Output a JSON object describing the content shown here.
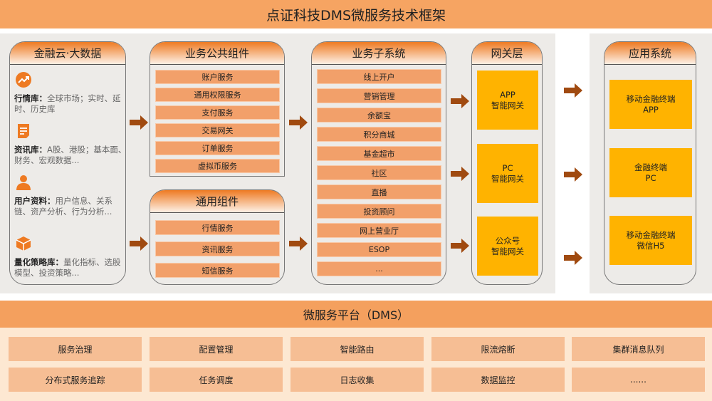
{
  "title": "点证科技DMS微服务技术框架",
  "bigdata": {
    "header": "金融云·大数据",
    "entries": [
      {
        "icon": "trend-icon",
        "label": "行情库：",
        "text": "全球市场；实时、延时、历史库"
      },
      {
        "icon": "document-icon",
        "label": "资讯库：",
        "text": "A股、港股；基本面、财务、宏观数据..."
      },
      {
        "icon": "user-icon",
        "label": "用户资料：",
        "text": "用户信息、关系链、资产分析、行为分析..."
      },
      {
        "icon": "cube-icon",
        "label": "量化策略库：",
        "text": "量化指标、选股模型、投资策略..."
      }
    ]
  },
  "public_components": {
    "header": "业务公共组件",
    "items": [
      "账户服务",
      "通用权限服务",
      "支付服务",
      "交易网关",
      "订单服务",
      "虚拟币服务"
    ]
  },
  "common_components": {
    "header": "通用组件",
    "items": [
      "行情服务",
      "资讯服务",
      "短信服务"
    ]
  },
  "subsystems": {
    "header": "业务子系统",
    "items": [
      "线上开户",
      "营销管理",
      "余额宝",
      "积分商城",
      "基金超市",
      "社区",
      "直播",
      "投资顾问",
      "网上营业厅",
      "ESOP",
      "..."
    ]
  },
  "gateway": {
    "header": "网关层",
    "items": [
      {
        "l1": "APP",
        "l2": "智能网关"
      },
      {
        "l1": "PC",
        "l2": "智能网关"
      },
      {
        "l1": "公众号",
        "l2": "智能网关"
      }
    ]
  },
  "apps": {
    "header": "应用系统",
    "items": [
      {
        "l1": "移动金融终端",
        "l2": "APP"
      },
      {
        "l1": "金融终端",
        "l2": "PC"
      },
      {
        "l1": "移动金融终端",
        "l2": "微信H5"
      }
    ]
  },
  "platform": {
    "title": "微服务平台（DMS）",
    "capabilities": [
      "服务治理",
      "配置管理",
      "智能路由",
      "限流熔断",
      "集群消息队列",
      "分布式服务追踪",
      "任务调度",
      "日志收集",
      "数据监控",
      "......"
    ]
  },
  "colors": {
    "accent": "#F4A05E",
    "item": "#F2A06A",
    "gateway": "#FFB300",
    "arrow": "#A04A10"
  }
}
